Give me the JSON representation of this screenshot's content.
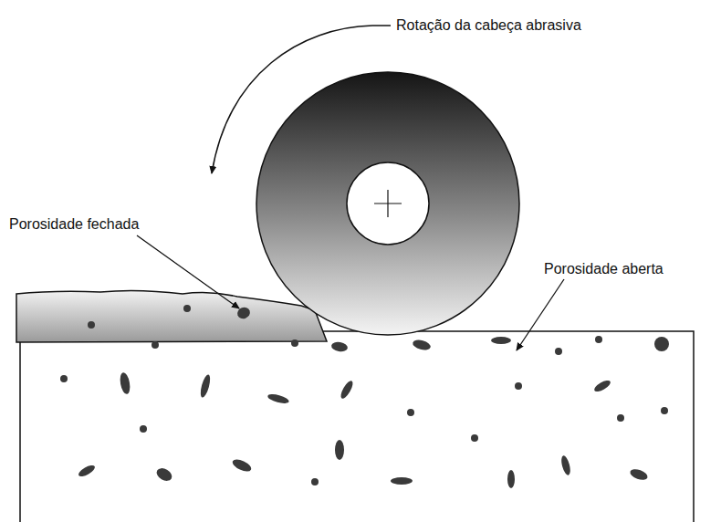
{
  "diagram": {
    "labels": [
      "Rotação da cabeça abrasiva",
      "Porosidade fechada",
      "Porosidade aberta"
    ]
  }
}
